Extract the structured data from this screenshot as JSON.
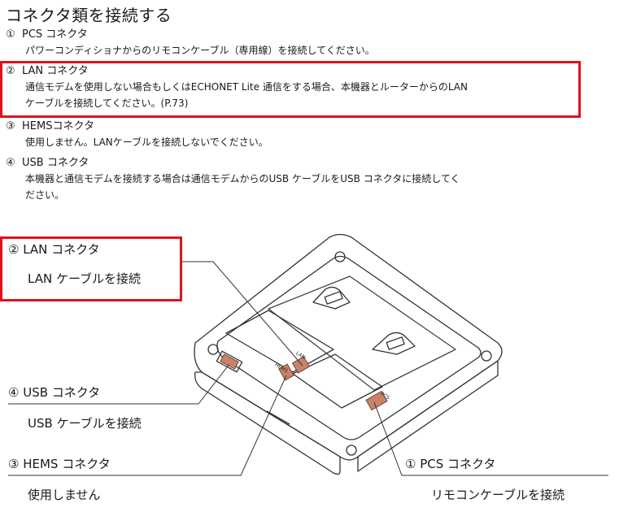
{
  "title": "コネクタ類を接続する",
  "items": [
    {
      "num": "①",
      "heading": "PCS コネクタ",
      "body": [
        "パワーコンディショナからのリモコンケーブル（専用線）を接続してください。"
      ]
    },
    {
      "num": "②",
      "heading": "LAN コネクタ",
      "body": [
        "通信モデムを使用しない場合もしくはECHONET Lite 通信をする場合、本機器とルーターからのLAN",
        "ケーブルを接続してください。(P.73)"
      ]
    },
    {
      "num": "③",
      "heading": "HEMSコネクタ",
      "body": [
        "使用しません。LANケーブルを接続しないでください。"
      ]
    },
    {
      "num": "④",
      "heading": "USB コネクタ",
      "body": [
        "本機器と通信モデムを接続する場合は通信モデムからのUSB ケーブルをUSB コネクタに接続してく",
        "ださい。"
      ]
    }
  ],
  "figure": {
    "callouts": {
      "lan": {
        "title": "② LAN コネクタ",
        "desc": "LAN ケーブルを接続"
      },
      "usb": {
        "title": "④ USB コネクタ",
        "desc": "USB ケーブルを接続"
      },
      "hems": {
        "title": "③ HEMS コネクタ",
        "desc": "使用しません"
      },
      "pcs": {
        "title": "① PCS コネクタ",
        "desc": "リモコンケーブルを接続"
      }
    },
    "port_labels": {
      "hems": "HEMS",
      "lan": "LAN",
      "pcs": "PCS"
    }
  },
  "colors": {
    "highlight": "#e0121b",
    "connector": "#c9836a"
  }
}
